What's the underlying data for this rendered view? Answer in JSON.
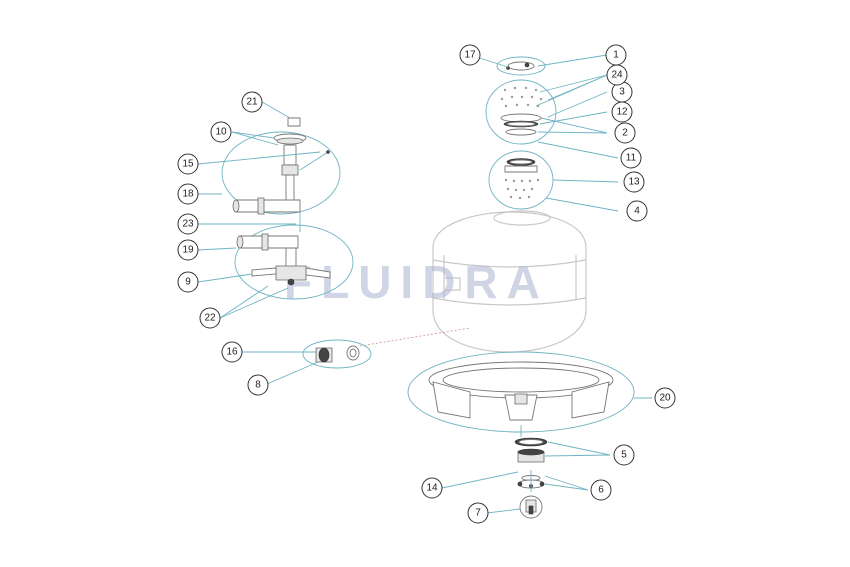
{
  "watermark": "FLUIDRA",
  "colors": {
    "leader_line": "#6fb3c4",
    "callout_border": "#333333",
    "watermark": "#a9b3cf"
  },
  "callouts": [
    {
      "id": "c1",
      "label": "1"
    },
    {
      "id": "c2",
      "label": "2"
    },
    {
      "id": "c3",
      "label": "3"
    },
    {
      "id": "c4",
      "label": "4"
    },
    {
      "id": "c5",
      "label": "5"
    },
    {
      "id": "c6",
      "label": "6"
    },
    {
      "id": "c7",
      "label": "7"
    },
    {
      "id": "c8",
      "label": "8"
    },
    {
      "id": "c9",
      "label": "9"
    },
    {
      "id": "c10",
      "label": "10"
    },
    {
      "id": "c11",
      "label": "11"
    },
    {
      "id": "c12",
      "label": "12"
    },
    {
      "id": "c13",
      "label": "13"
    },
    {
      "id": "c14",
      "label": "14"
    },
    {
      "id": "c15",
      "label": "15"
    },
    {
      "id": "c16",
      "label": "16"
    },
    {
      "id": "c17",
      "label": "17"
    },
    {
      "id": "c18",
      "label": "18"
    },
    {
      "id": "c19",
      "label": "19"
    },
    {
      "id": "c20",
      "label": "20"
    },
    {
      "id": "c21",
      "label": "21"
    },
    {
      "id": "c22",
      "label": "22"
    },
    {
      "id": "c23",
      "label": "23"
    },
    {
      "id": "c24",
      "label": "24"
    }
  ]
}
